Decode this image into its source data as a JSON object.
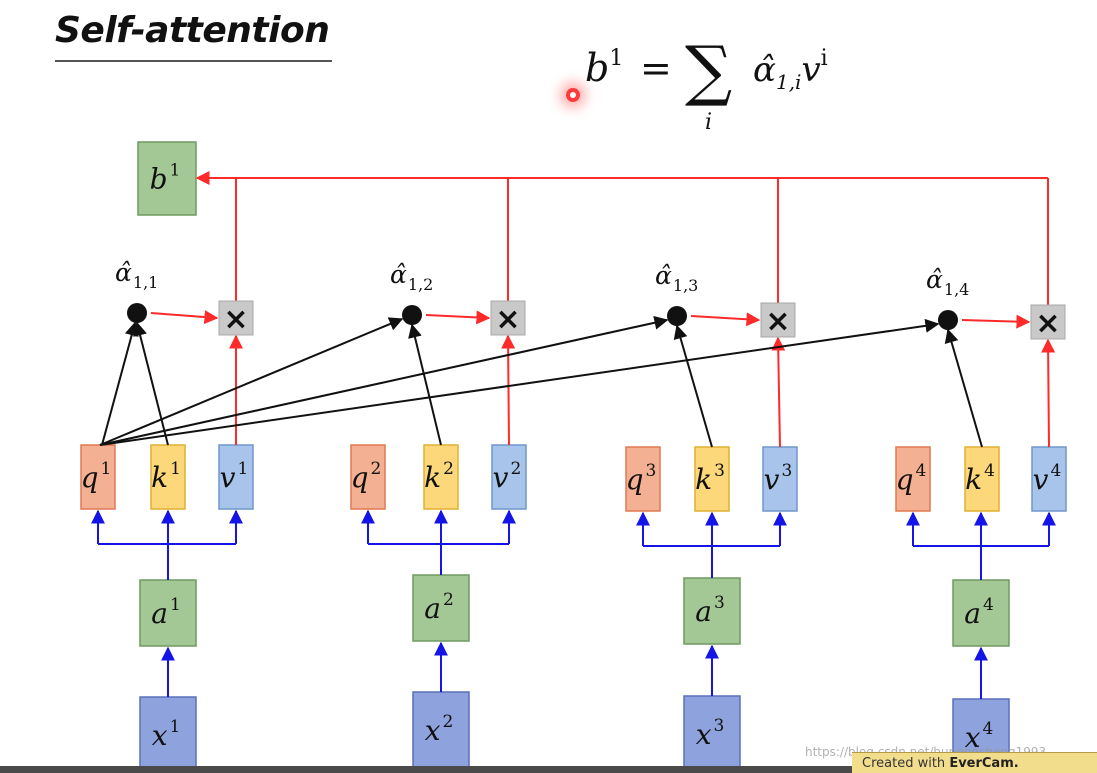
{
  "title": "Self-attention",
  "formula": {
    "lhs_base": "b",
    "lhs_sup": "1",
    "equals": "=",
    "sigma": "∑",
    "index": "i",
    "rhs_alpha": "α̂",
    "rhs_alpha_sub": "1,i",
    "rhs_v": "v",
    "rhs_v_sup": "i"
  },
  "output": {
    "base": "b",
    "sup": "1"
  },
  "multiply_symbol": "×",
  "columns": [
    {
      "sup": "1",
      "alpha_base": "α̂",
      "alpha_sub": "1,1",
      "q": "q",
      "k": "k",
      "v": "v",
      "a": "a",
      "x": "x"
    },
    {
      "sup": "2",
      "alpha_base": "α̂",
      "alpha_sub": "1,2",
      "q": "q",
      "k": "k",
      "v": "v",
      "a": "a",
      "x": "x"
    },
    {
      "sup": "3",
      "alpha_base": "α̂",
      "alpha_sub": "1,3",
      "q": "q",
      "k": "k",
      "v": "v",
      "a": "a",
      "x": "x"
    },
    {
      "sup": "4",
      "alpha_base": "α̂",
      "alpha_sub": "1,4",
      "q": "q",
      "k": "k",
      "v": "v",
      "a": "a",
      "x": "x"
    }
  ],
  "colors": {
    "q_fill": "#f4b092",
    "q_stroke": "#e07850",
    "k_fill": "#fdd87a",
    "k_stroke": "#e0b030",
    "v_fill": "#a9c4ea",
    "v_stroke": "#6f96cc",
    "a_fill": "#a3c895",
    "a_stroke": "#6f9a60",
    "x_fill": "#8ea3de",
    "x_stroke": "#5a6fb8",
    "mult_fill": "#c9c9c9",
    "red_arrow": "#ff2a2a",
    "blue_arrow": "#1414e6",
    "black_arrow": "#111111"
  },
  "watermark": "https://blog.csdn.net/hupengcheng1993",
  "badge": {
    "prefix": "Created with",
    "brand": "EverCam."
  }
}
